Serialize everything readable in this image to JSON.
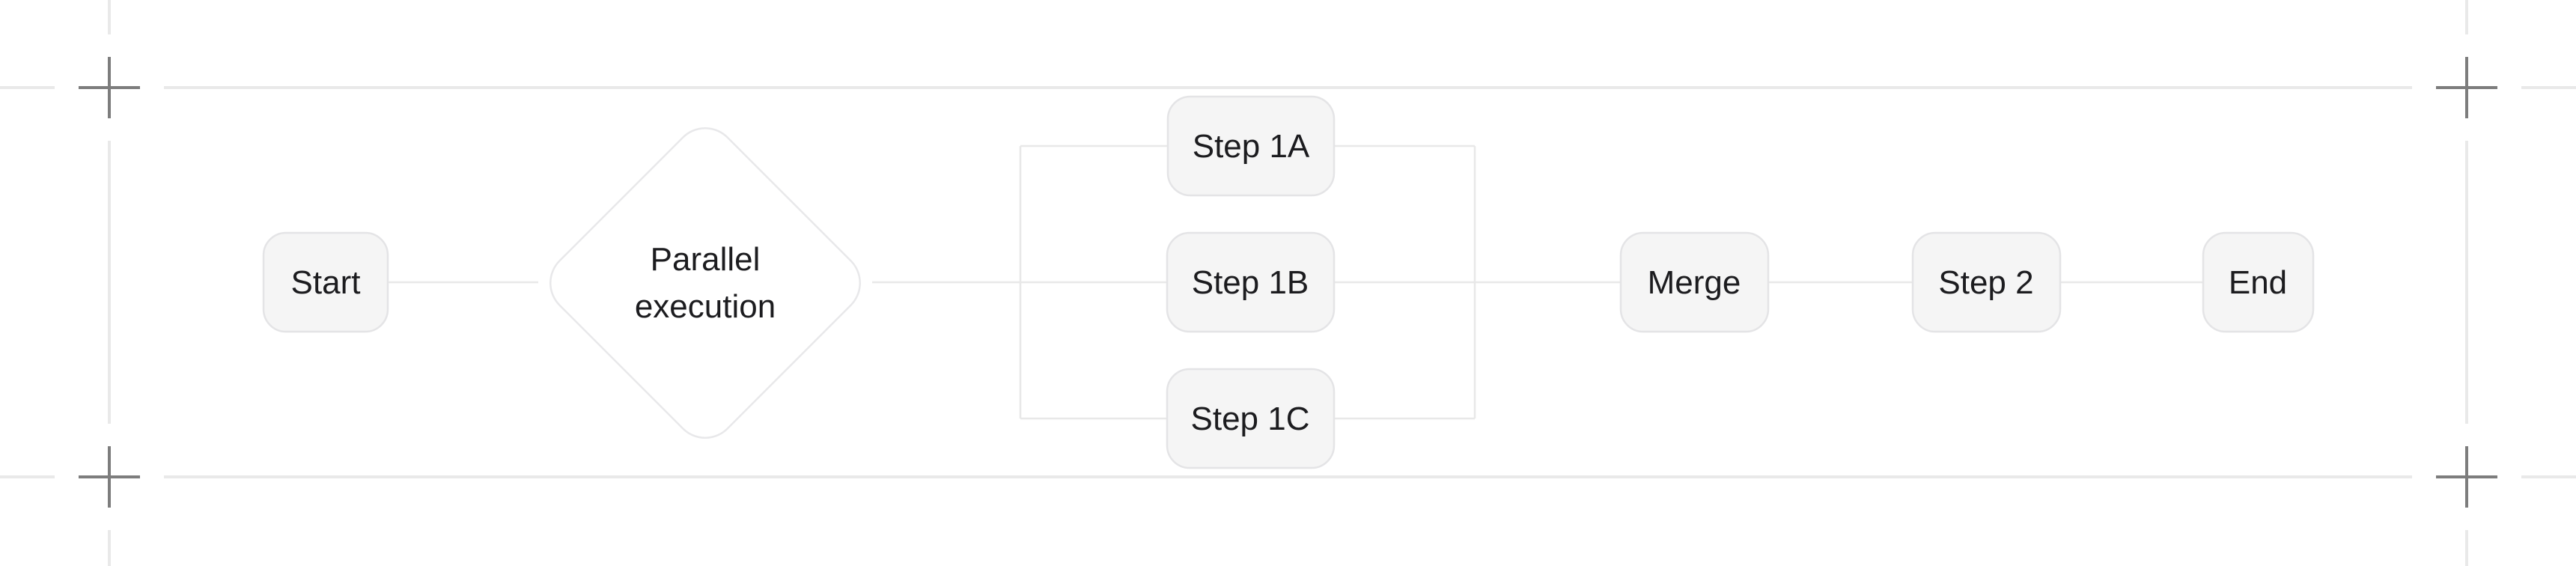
{
  "colors": {
    "background": "#ffffff",
    "node_fill": "#f5f5f5",
    "node_border": "#e4e4e6",
    "diamond_fill": "#ffffff",
    "diamond_border": "#e8e8ea",
    "connector": "#e8e8e8",
    "guide_line": "#e9e9e9",
    "crop_mark": "#7d7d7d",
    "text": "#1c1c1f"
  },
  "flowchart": {
    "nodes": {
      "start": {
        "label": "Start",
        "shape": "rounded-rect"
      },
      "parallel": {
        "label": "Parallel execution",
        "line1": "Parallel",
        "line2": "execution",
        "shape": "diamond"
      },
      "step1a": {
        "label": "Step 1A",
        "shape": "rounded-rect"
      },
      "step1b": {
        "label": "Step 1B",
        "shape": "rounded-rect"
      },
      "step1c": {
        "label": "Step 1C",
        "shape": "rounded-rect"
      },
      "merge": {
        "label": "Merge",
        "shape": "rounded-rect"
      },
      "step2": {
        "label": "Step 2",
        "shape": "rounded-rect"
      },
      "end": {
        "label": "End",
        "shape": "rounded-rect"
      }
    },
    "edges": [
      {
        "from": "start",
        "to": "parallel"
      },
      {
        "from": "parallel",
        "to": "step1a"
      },
      {
        "from": "parallel",
        "to": "step1b"
      },
      {
        "from": "parallel",
        "to": "step1c"
      },
      {
        "from": "step1a",
        "to": "merge"
      },
      {
        "from": "step1b",
        "to": "merge"
      },
      {
        "from": "step1c",
        "to": "merge"
      },
      {
        "from": "merge",
        "to": "step2"
      },
      {
        "from": "step2",
        "to": "end"
      }
    ]
  }
}
